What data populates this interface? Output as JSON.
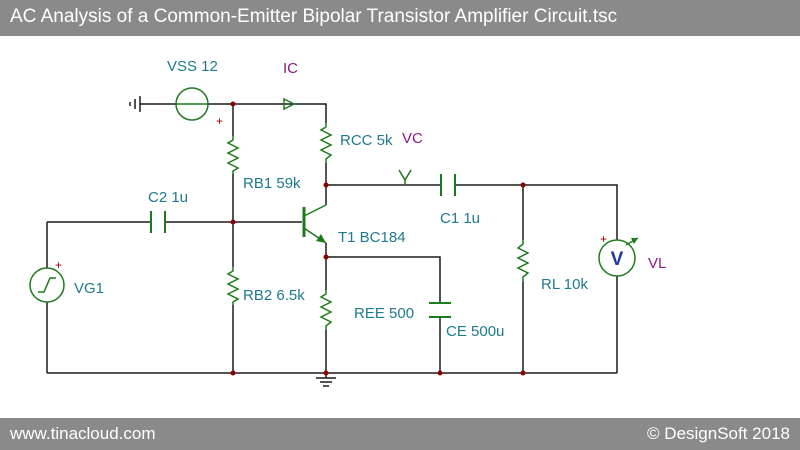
{
  "window": {
    "title": "AC Analysis of a Common-Emitter Bipolar Transistor Amplifier Circuit.tsc"
  },
  "footer": {
    "website": "www.tinacloud.com",
    "copyright": "© DesignSoft 2018"
  },
  "components": {
    "vss": "VSS 12",
    "rcc": "RCC 5k",
    "rb1": "RB1 59k",
    "c2": "C2 1u",
    "t1": "T1 BC184",
    "rb2": "RB2 6.5k",
    "ree": "REE 500",
    "ce": "CE 500u",
    "c1": "C1 1u",
    "rl": "RL 10k",
    "vg1": "VG1"
  },
  "probes": {
    "ic": "IC",
    "vc": "VC",
    "vl": "VL",
    "voltmeter_symbol": "V"
  },
  "polarity": {
    "plus": "+"
  },
  "colors": {
    "wire": "#1a1a1a",
    "component": "#1e7a1e",
    "label": "#1f7a8c",
    "probe": "#8b1a8b",
    "node": "#8b0000",
    "bar": "#8a8a8a"
  }
}
